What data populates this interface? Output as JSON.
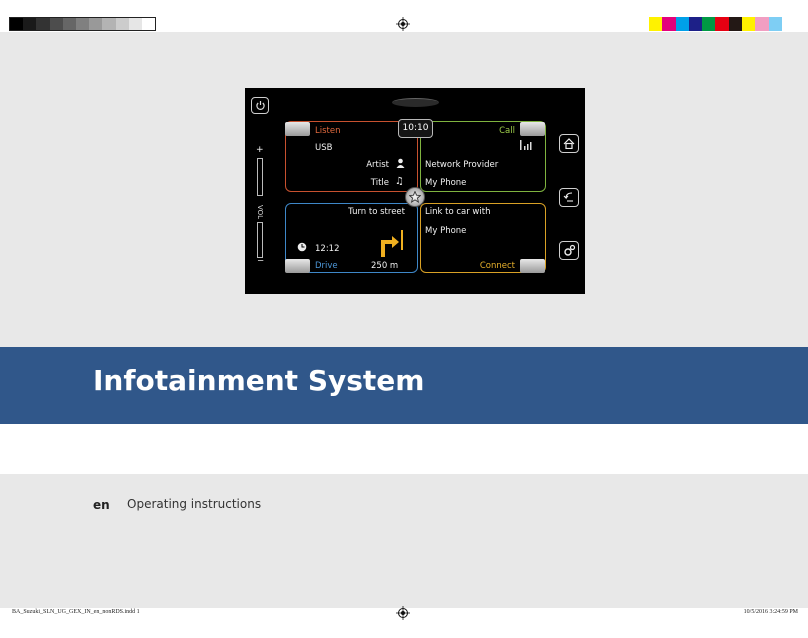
{
  "print_marks": {
    "gray_steps": [
      "#000000",
      "#1a1a1a",
      "#333333",
      "#4d4d4d",
      "#666666",
      "#808080",
      "#999999",
      "#b3b3b3",
      "#cccccc",
      "#e6e6e6",
      "#ffffff"
    ],
    "color_steps": [
      "#fff200",
      "#e4007c",
      "#00a0e9",
      "#1d2088",
      "#009944",
      "#e60012",
      "#231815",
      "#fff100",
      "#f19ec2",
      "#7ecef4",
      "#ffffff"
    ],
    "slug_left": "BA_Suzuki_SLN_UG_GEX_IN_en_nonRDS.indd   1",
    "slug_right": "10/5/2016   3:24:59 PM"
  },
  "screen": {
    "clock": "10:10",
    "listen": {
      "label": "Listen",
      "source": "USB",
      "artist": "Artist",
      "title": "Title"
    },
    "call": {
      "label": "Call",
      "provider": "Network Provider",
      "phone": "My Phone"
    },
    "drive": {
      "label": "Drive",
      "instruction": "Turn to street",
      "eta": "12:12",
      "distance": "250 m"
    },
    "connect": {
      "label": "Connect",
      "line1": "Link to car with",
      "line2": "My Phone"
    },
    "volume_label": "VOL",
    "colors": {
      "listen": "#c8512f",
      "call": "#7fb33f",
      "drive": "#3e87c8",
      "connect": "#d9a125"
    }
  },
  "document": {
    "title": "Infotainment System",
    "lang_code": "en",
    "subtitle": "Operating instructions",
    "band_color": "#30578a"
  }
}
